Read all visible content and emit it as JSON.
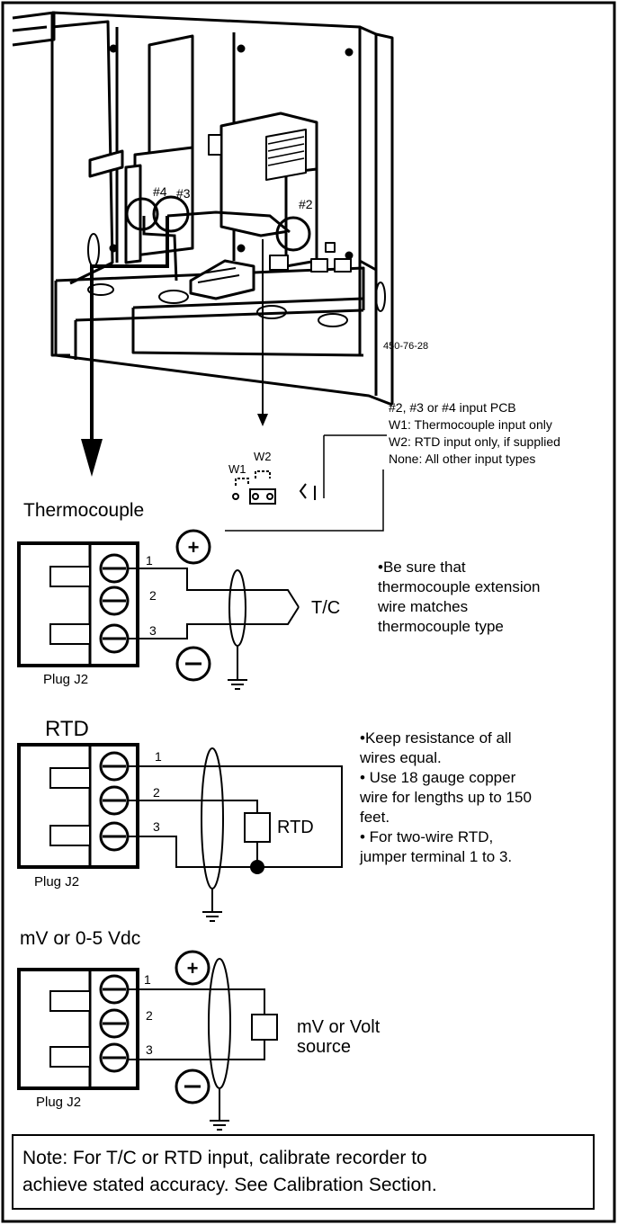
{
  "figure_id": "450-76-28",
  "pcb_notes": {
    "title": "#2, #3 or #4 input PCB",
    "w1": "W1: Thermocouple input only",
    "w2": "W2: RTD input only, if supplied",
    "none": "None: All other input types"
  },
  "board_labels": {
    "pcb2": "#2",
    "pcb3": "#3",
    "pcb4": "#4"
  },
  "jumper_labels": {
    "w1": "W1",
    "w2": "W2"
  },
  "sections": {
    "thermocouple": {
      "title": "Thermocouple",
      "plug": "Plug J2",
      "terminals": [
        "1",
        "2",
        "3"
      ],
      "device": "T/C",
      "note_lines": [
        "•Be sure that",
        "thermocouple extension",
        "wire matches",
        "thermocouple type"
      ]
    },
    "rtd": {
      "title": "RTD",
      "plug": "Plug J2",
      "terminals": [
        "1",
        "2",
        "3"
      ],
      "device": "RTD",
      "note_lines": [
        "•Keep resistance of all",
        "wires equal.",
        "• Use 18 gauge copper",
        "wire for lengths up to 150",
        "feet.",
        "• For two-wire RTD,",
        "jumper terminal 1 to 3."
      ]
    },
    "mv": {
      "title": "mV or 0-5 Vdc",
      "plug": "Plug J2",
      "terminals": [
        "1",
        "2",
        "3"
      ],
      "device_lines": [
        "mV or Volt",
        "source"
      ]
    }
  },
  "footer_note": "Note: For T/C or RTD input, calibrate recorder to achieve stated accuracy. See Calibration Section."
}
